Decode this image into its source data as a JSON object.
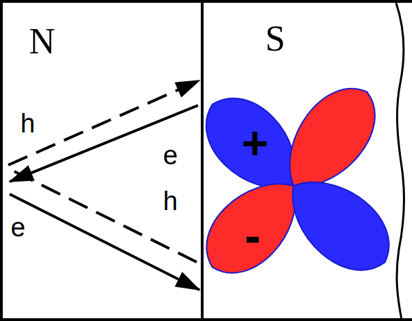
{
  "diagram": {
    "nodes": [
      {
        "text": [
          "N"
        ]
      },
      {
        "text": [
          "S"
        ]
      }
    ],
    "labels": [
      "h",
      "e",
      "h",
      "e",
      "+",
      "-"
    ]
  }
}
